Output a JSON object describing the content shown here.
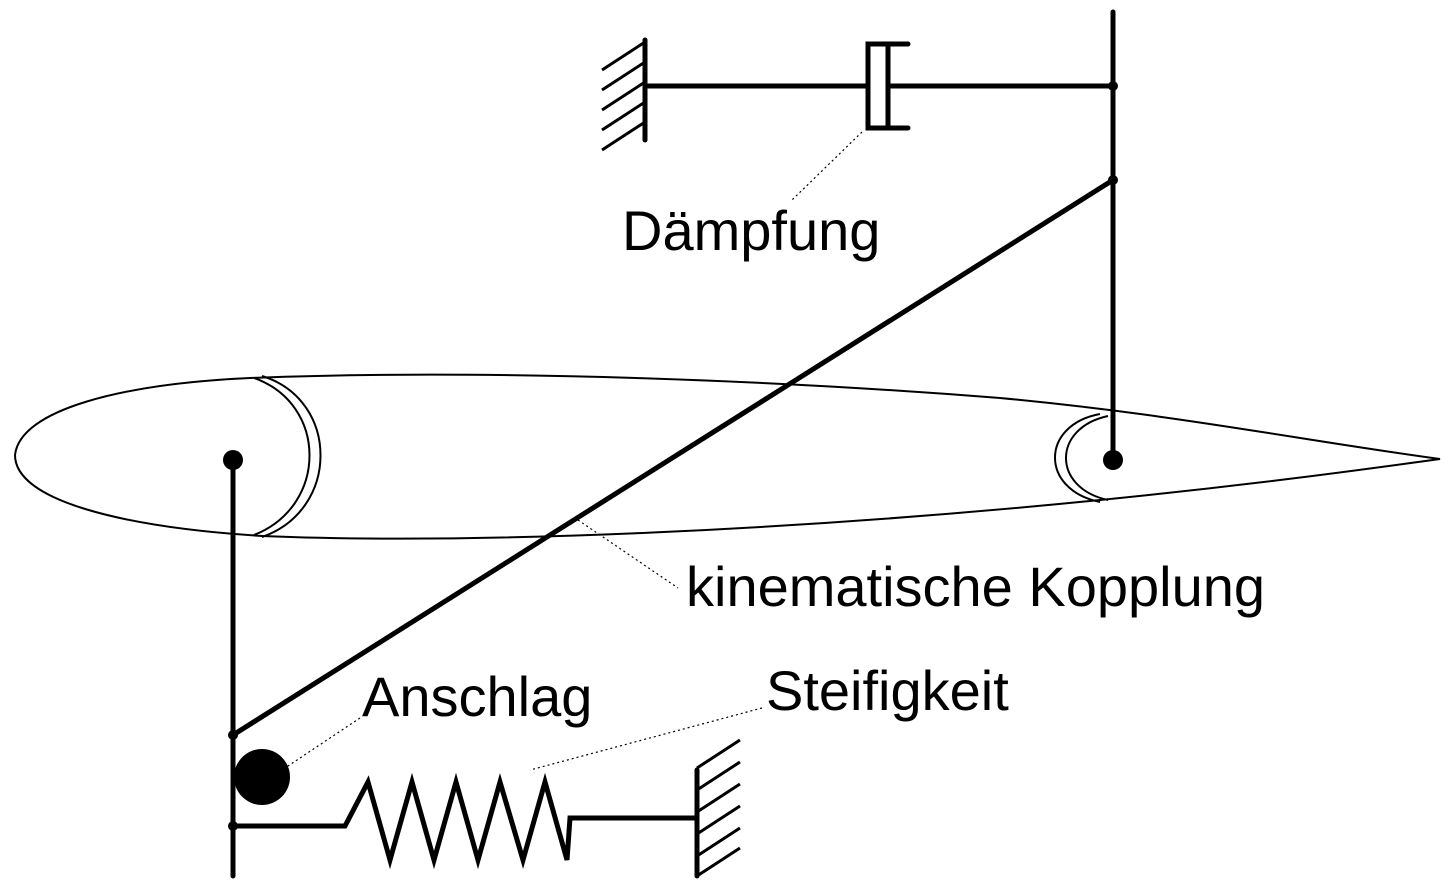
{
  "diagram": {
    "labels": {
      "damping": "Dämpfung",
      "coupling": "kinematische Kopplung",
      "stop": "Anschlag",
      "stiffness": "Steifigkeit"
    }
  }
}
